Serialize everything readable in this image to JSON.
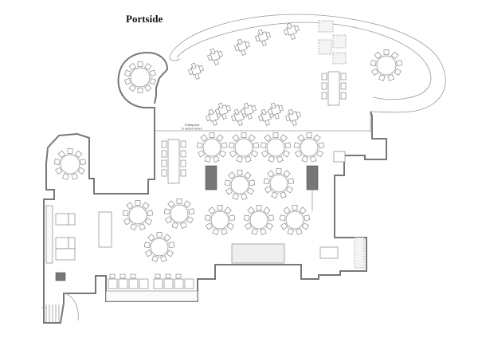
{
  "venue": {
    "name": "Portside"
  },
  "labels": {
    "folding_door_line1": "Folding door",
    "folding_door_line2": "in outdoor terrace"
  }
}
